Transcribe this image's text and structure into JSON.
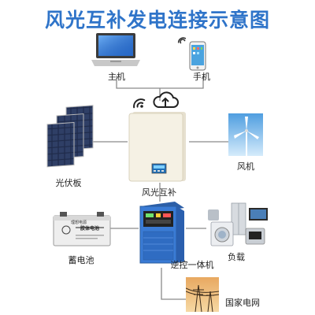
{
  "title": "风光互补发电连接示意图",
  "nodes": {
    "host": "主机",
    "phone": "手机",
    "solar_panel": "光伏板",
    "hybrid_controller": "风光互补",
    "wind_turbine": "风机",
    "battery": "蓄电池",
    "inverter": "逆控一体机",
    "load": "负载",
    "grid": "国家电网"
  },
  "battery_text": {
    "brand": "理想电源",
    "type": "胶体电池"
  },
  "colors": {
    "title": "#2f74c9",
    "wire": "#888888",
    "inverter_body": "#3a7bd5",
    "controller_body": "#f3eee0"
  },
  "icons": [
    "laptop-icon",
    "smartphone-icon",
    "wifi-icon",
    "cloud-upload-icon"
  ]
}
